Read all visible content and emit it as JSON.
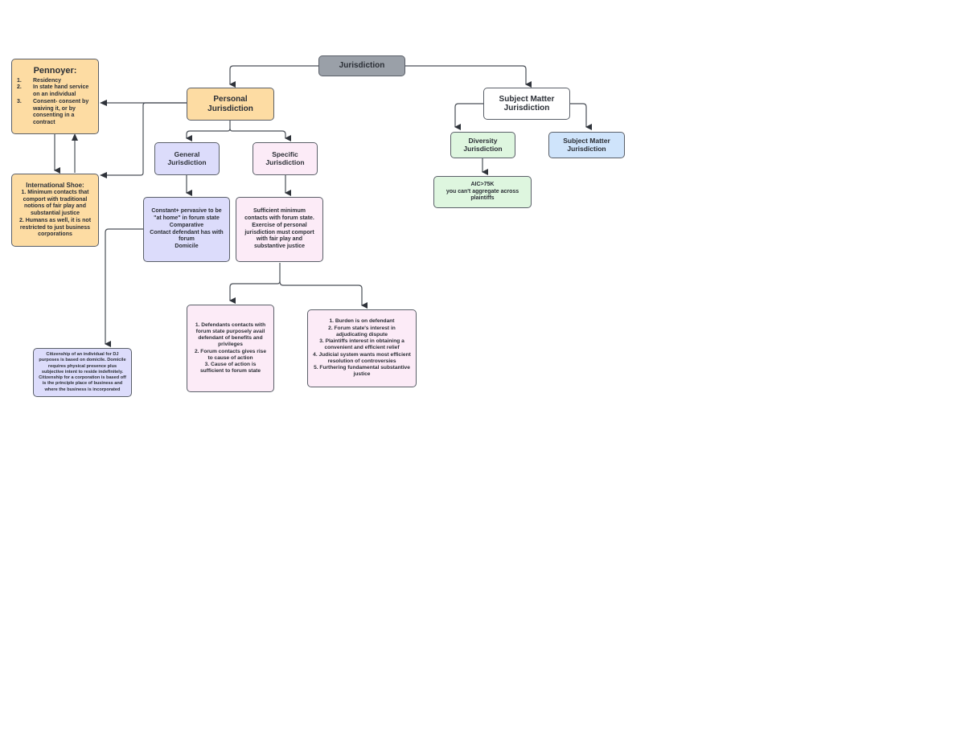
{
  "diagram": {
    "colors": {
      "root": "#9aa0a8",
      "personal": "#fddca3",
      "general": "#dcdcfb",
      "specific": "#fcebf7",
      "diversity": "#def6df",
      "subject_matter_child": "#cfe4fb",
      "connector": "#4a4f57"
    },
    "root": {
      "label": "Jurisdiction"
    },
    "personal": {
      "label_line1": "Personal",
      "label_line2": "Jurisdiction"
    },
    "subject_matter": {
      "label_line1": "Subject Matter",
      "label_line2": "Jurisdiction"
    },
    "pennoyer": {
      "title": "Pennoyer:",
      "items": [
        {
          "num": "1.",
          "text": "Residency"
        },
        {
          "num": "2.",
          "text": "In state hand service on an individual"
        },
        {
          "num": "3.",
          "text": "Consent- consent by waiving it, or by consenting in a contract"
        }
      ]
    },
    "international_shoe": {
      "lines": [
        "International Shoe:",
        "1. Minimum contacts that comport with traditional notions of fair play and substantial justice",
        "2. Humans as well, it is not restricted to just business corporations"
      ]
    },
    "general": {
      "label_line1": "General",
      "label_line2": "Jurisdiction"
    },
    "specific": {
      "label_line1": "Specific",
      "label_line2": "Jurisdiction"
    },
    "general_detail": {
      "lines": [
        "Constant+ pervasive to be \"at home\" in forum state",
        "Comparative",
        "Contact defendant has with forum",
        "Domicile"
      ]
    },
    "specific_detail": {
      "text": "Sufficient minimum contacts with forum state. Exercise of personal jurisdiction must comport with fair play and substantive justice"
    },
    "citizenship": {
      "text": "Citizenship of an individual for DJ purposes is based on domicile. Domicile requires physical presence plus subjective intent to reside indefinitely. Citizenship for a corporation is based off is the principle place of business and where the business is incorporated"
    },
    "specific_test": {
      "lines": [
        "1. Defendants contacts with forum state purposely avail defendant of benefits and privileges",
        "2. Forum contacts gives rise to cause of action",
        "3. Cause of action is sufficient to forum state"
      ]
    },
    "fairness_factors": {
      "lines": [
        "1. Burden is on defendant",
        "2. Forum state's interest in adjudicating dispute",
        "3. Plaintiffs interest in obtaining a convenient and efficient relief",
        "4. Judicial system wants most efficient resolution of controversies",
        "5. Furthering fundamental substantive justice"
      ]
    },
    "diversity": {
      "label_line1": "Diversity",
      "label_line2": "Jurisdiction"
    },
    "smj_child": {
      "label_line1": "Subject Matter",
      "label_line2": "Jurisdiction"
    },
    "diversity_detail": {
      "lines": [
        "AIC>75K",
        "you can't aggregate across plaintiffs"
      ]
    }
  }
}
